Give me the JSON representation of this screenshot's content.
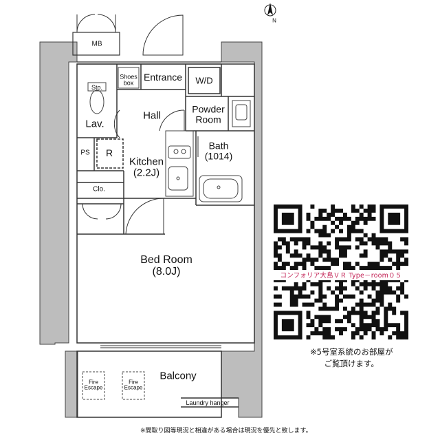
{
  "compass": {
    "label": "N"
  },
  "rooms": {
    "mb": "MB",
    "shoes_box": "Shoes\nbox",
    "entrance": "Entrance",
    "wd": "W/D",
    "sto": "Sto.",
    "hall": "Hall",
    "powder_room": "Powder\nRoom",
    "lav": "Lav.",
    "ps": "PS",
    "r": "R",
    "kitchen": "Kitchen\n(2.2J)",
    "bath": "Bath\n(1014)",
    "clo": "Clo.",
    "bed_room": "Bed Room\n(8.0J)",
    "balcony": "Balcony",
    "fire_escape": "Fire\nEscape",
    "laundry_hanger": "Laundry hanger"
  },
  "qr": {
    "caption": "コンフォリア大島ＶＲ Type－room０５"
  },
  "note": "※5号室系統のお部屋が\nご覧頂けます。",
  "footer": "※間取り図等現況と相違がある場合は現況を優先と致します。"
}
